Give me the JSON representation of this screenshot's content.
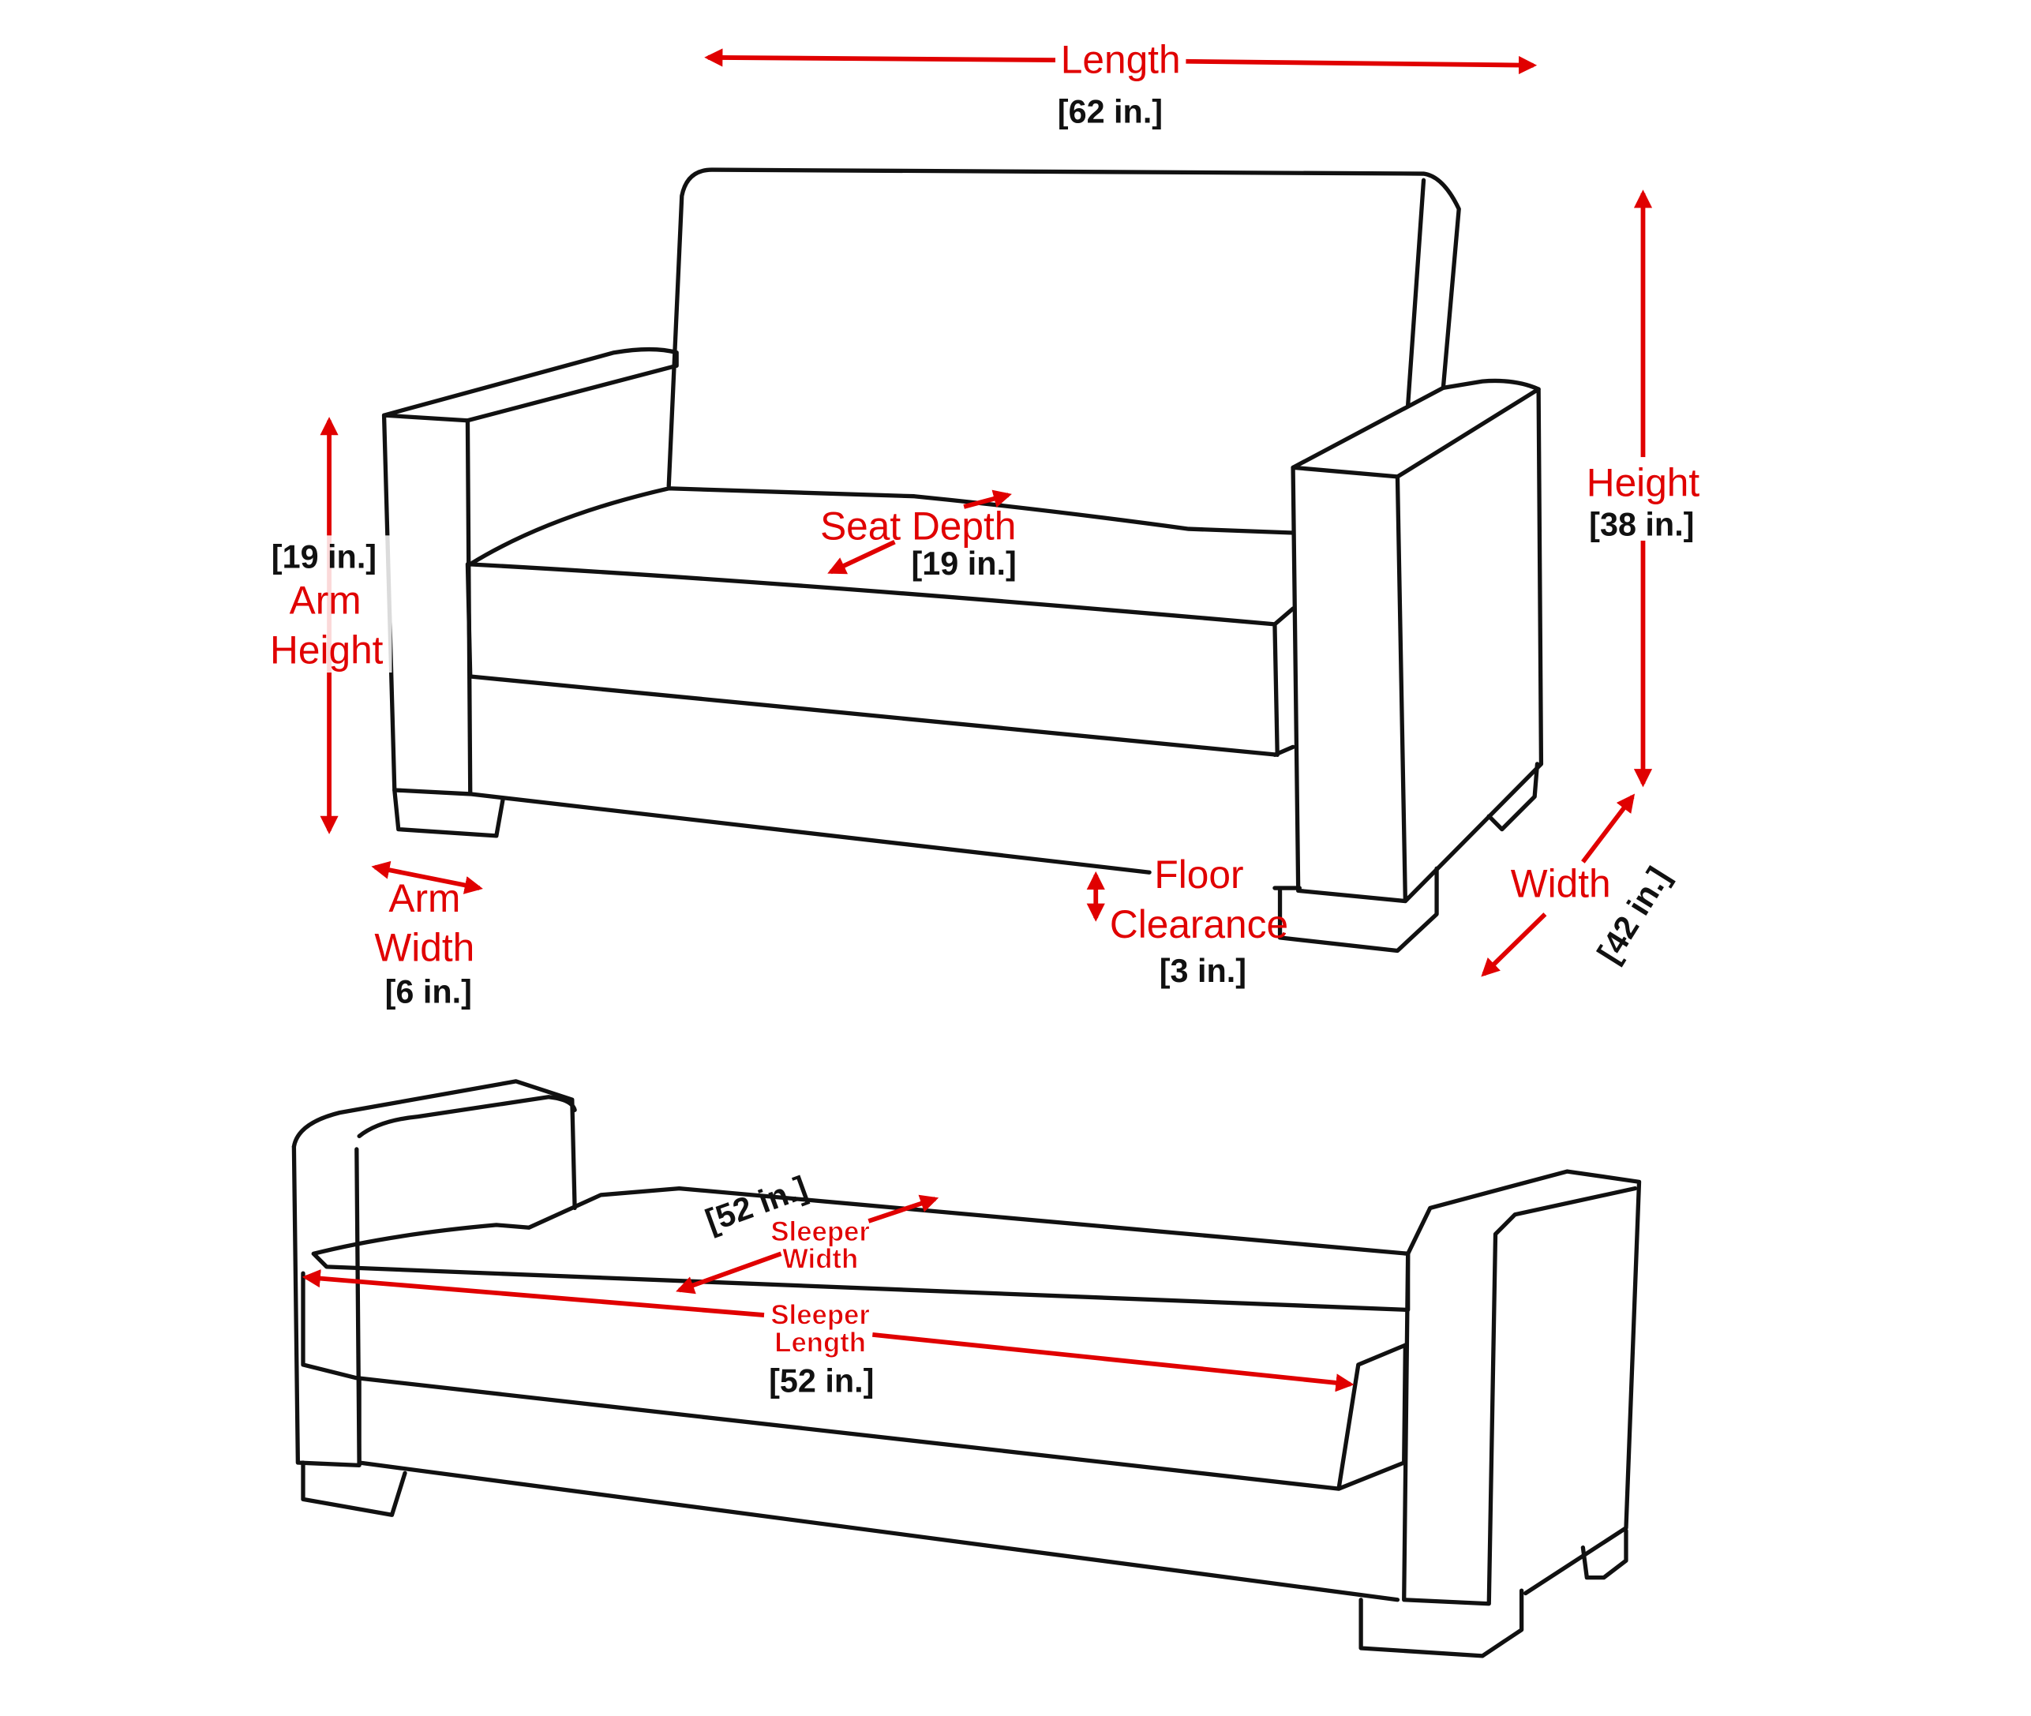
{
  "colors": {
    "dimension": "#e00000",
    "outline": "#111111",
    "background": "#ffffff"
  },
  "dimensions": {
    "length": {
      "label": "Length",
      "value": "[62 in.]"
    },
    "height": {
      "label": "Height",
      "value": "[38 in.]"
    },
    "arm_height": {
      "label_line1": "Arm",
      "label_line2": "Height",
      "value": "[19 in.]"
    },
    "seat_depth": {
      "label": "Seat Depth",
      "value": "[19 in.]"
    },
    "arm_width": {
      "label_line1": "Arm",
      "label_line2": "Width",
      "value": "[6 in.]"
    },
    "floor_clearance": {
      "label_line1": "Floor",
      "label_line2": "Clearance",
      "value": "[3 in.]"
    },
    "width": {
      "label": "Width",
      "value": "[42 in.]"
    },
    "sleeper_width": {
      "label_line1": "Sleeper",
      "label_line2": "Width",
      "value": "[52 in.]"
    },
    "sleeper_length": {
      "label_line1": "Sleeper",
      "label_line2": "Length",
      "value": "[52 in.]"
    }
  }
}
